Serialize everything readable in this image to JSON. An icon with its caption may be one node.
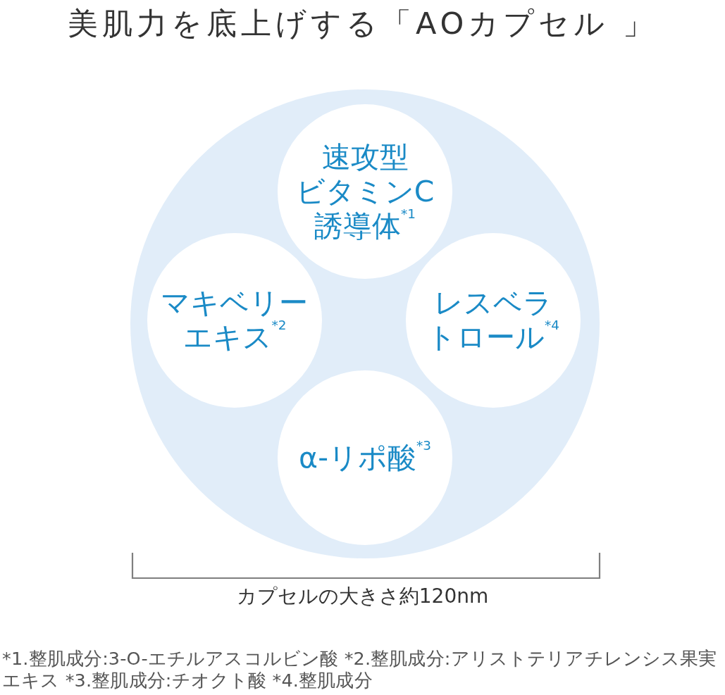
{
  "diagram": {
    "title": "美肌力を底上げする「AOカプセル 」",
    "nodes": [
      {
        "text": [],
        "shape": "circle"
      },
      {
        "text": [
          "速攻型ビタミンC誘導体$^{*1}$"
        ],
        "in": 0
      },
      {
        "text": [
          "マキベリーエキス$^{*2}$"
        ],
        "in": 0
      },
      {
        "text": [
          "レスベラトロール$^{*4}$"
        ],
        "in": 0
      },
      {
        "text": [
          "α-リポ酸$^{*3}$"
        ],
        "in": 0
      }
    ],
    "labels": [
      "カプセルの大きさ約120nm",
      "*1.整肌成分:3-O-エチルアスコルビン酸 *2.整肌成分:アリストテリアチレンシス果実エキス *3.整肌成分:チオクト酸 *4.整肌成分"
    ]
  }
}
